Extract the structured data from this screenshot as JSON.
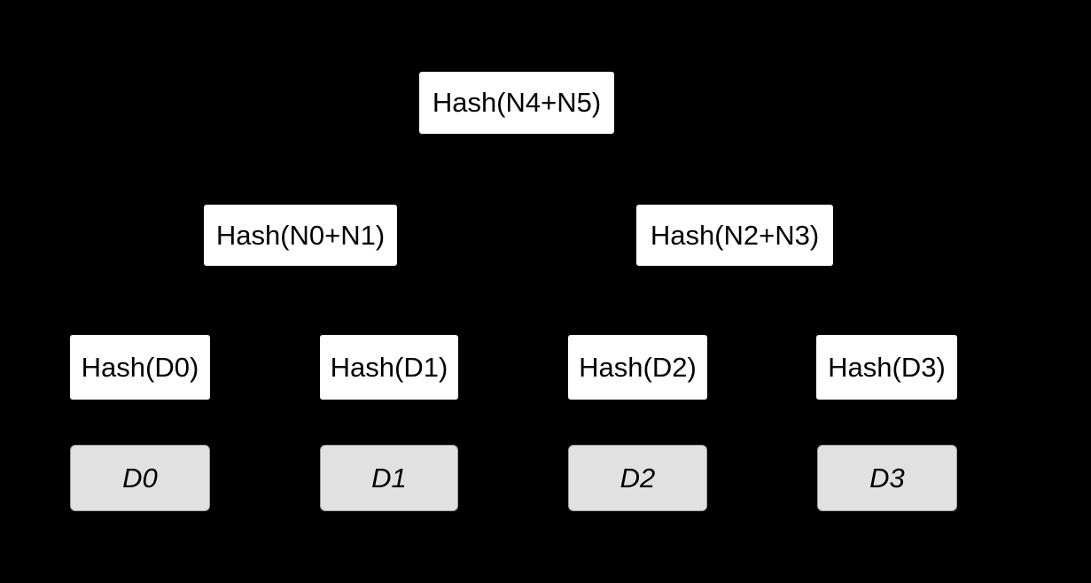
{
  "colors": {
    "background": "#000000",
    "hash_box_fill": "#ffffff",
    "data_box_fill": "#e1e1e1",
    "data_box_border": "#9e9e9e",
    "text": "#000000"
  },
  "tree": {
    "root": {
      "label": "Hash(N4+N5)"
    },
    "level2": [
      {
        "label": "Hash(N0+N1)"
      },
      {
        "label": "Hash(N2+N3)"
      }
    ],
    "level3": [
      {
        "label": "Hash(D0)"
      },
      {
        "label": "Hash(D1)"
      },
      {
        "label": "Hash(D2)"
      },
      {
        "label": "Hash(D3)"
      }
    ],
    "data_blocks": [
      {
        "label": "D0"
      },
      {
        "label": "D1"
      },
      {
        "label": "D2"
      },
      {
        "label": "D3"
      }
    ]
  }
}
